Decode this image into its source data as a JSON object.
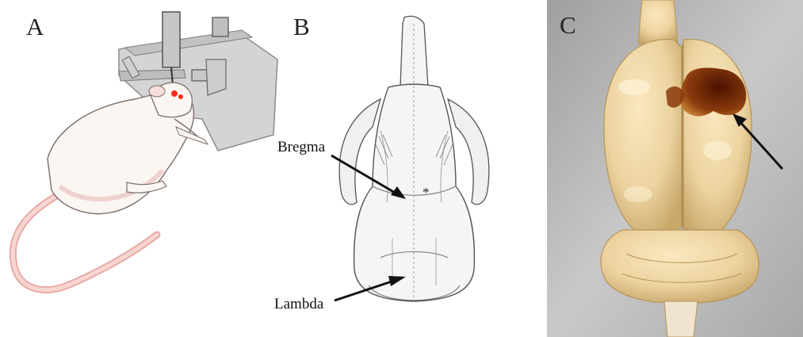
{
  "figure": {
    "panels": [
      {
        "letter": "A",
        "subject": "rat-in-stereotaxic-frame"
      },
      {
        "letter": "B",
        "subject": "rat-skull-dorsal-view"
      },
      {
        "letter": "C",
        "subject": "rat-brain-with-lesion"
      }
    ],
    "panel_b": {
      "bregma_label": "Bregma",
      "lambda_label": "Lambda",
      "marker": "*"
    },
    "colors": {
      "rat_body": "#fbf6f2",
      "tail": "#f2c6c2",
      "eye": "#ff2a1a",
      "skull": "#f2f2f0",
      "brain": "#ecd3a0",
      "lesion": "#7a2a08",
      "photo_bg": "#bdbdbd"
    }
  }
}
